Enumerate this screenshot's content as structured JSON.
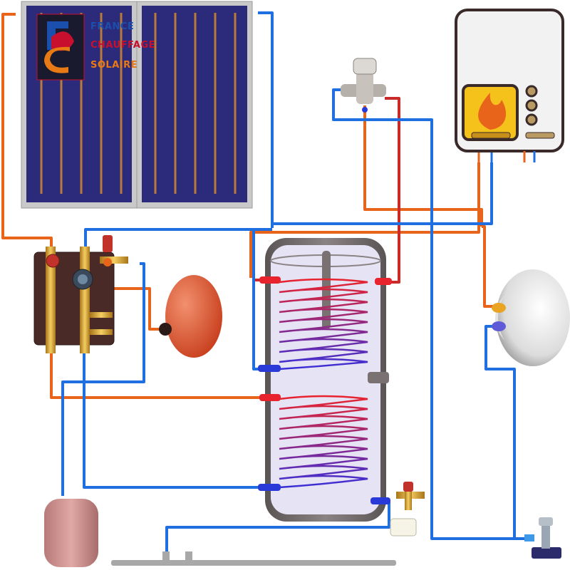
{
  "logo": {
    "monogram": "FCS",
    "lines": [
      {
        "text": "FRANCE",
        "color": "#1b4fae"
      },
      {
        "text": "CHAUFFAGE",
        "color": "#c8102e"
      },
      {
        "text": "SOLAIRE",
        "color": "#e87a16"
      }
    ]
  },
  "colors": {
    "hot_pipe": "#e8641b",
    "hot_pipe_dark": "#c92a2a",
    "cold_pipe": "#1f6fe0",
    "panel_frame": "#c9c9c9",
    "panel_fill": "#2c2a7a",
    "tank_fill": "#e6e4f4",
    "tank_shell": "#6b6566",
    "coil_top": "#e8232e",
    "coil_bottom": "#3a2fd8",
    "expansion_vessel": "#e25a38",
    "boiler_flame_box": "#f4c21a",
    "brass": "#d8a12b"
  },
  "icons": {
    "solar_collector": "solar-panel-icon",
    "pump_station": "pump-station-icon",
    "expansion_vessel": "expansion-vessel-icon",
    "storage_tank": "storage-tank-icon",
    "boiler": "boiler-icon",
    "flame": "flame-icon",
    "mixing_valve": "thermostatic-valve-icon",
    "radiator": "radiator-icon"
  }
}
